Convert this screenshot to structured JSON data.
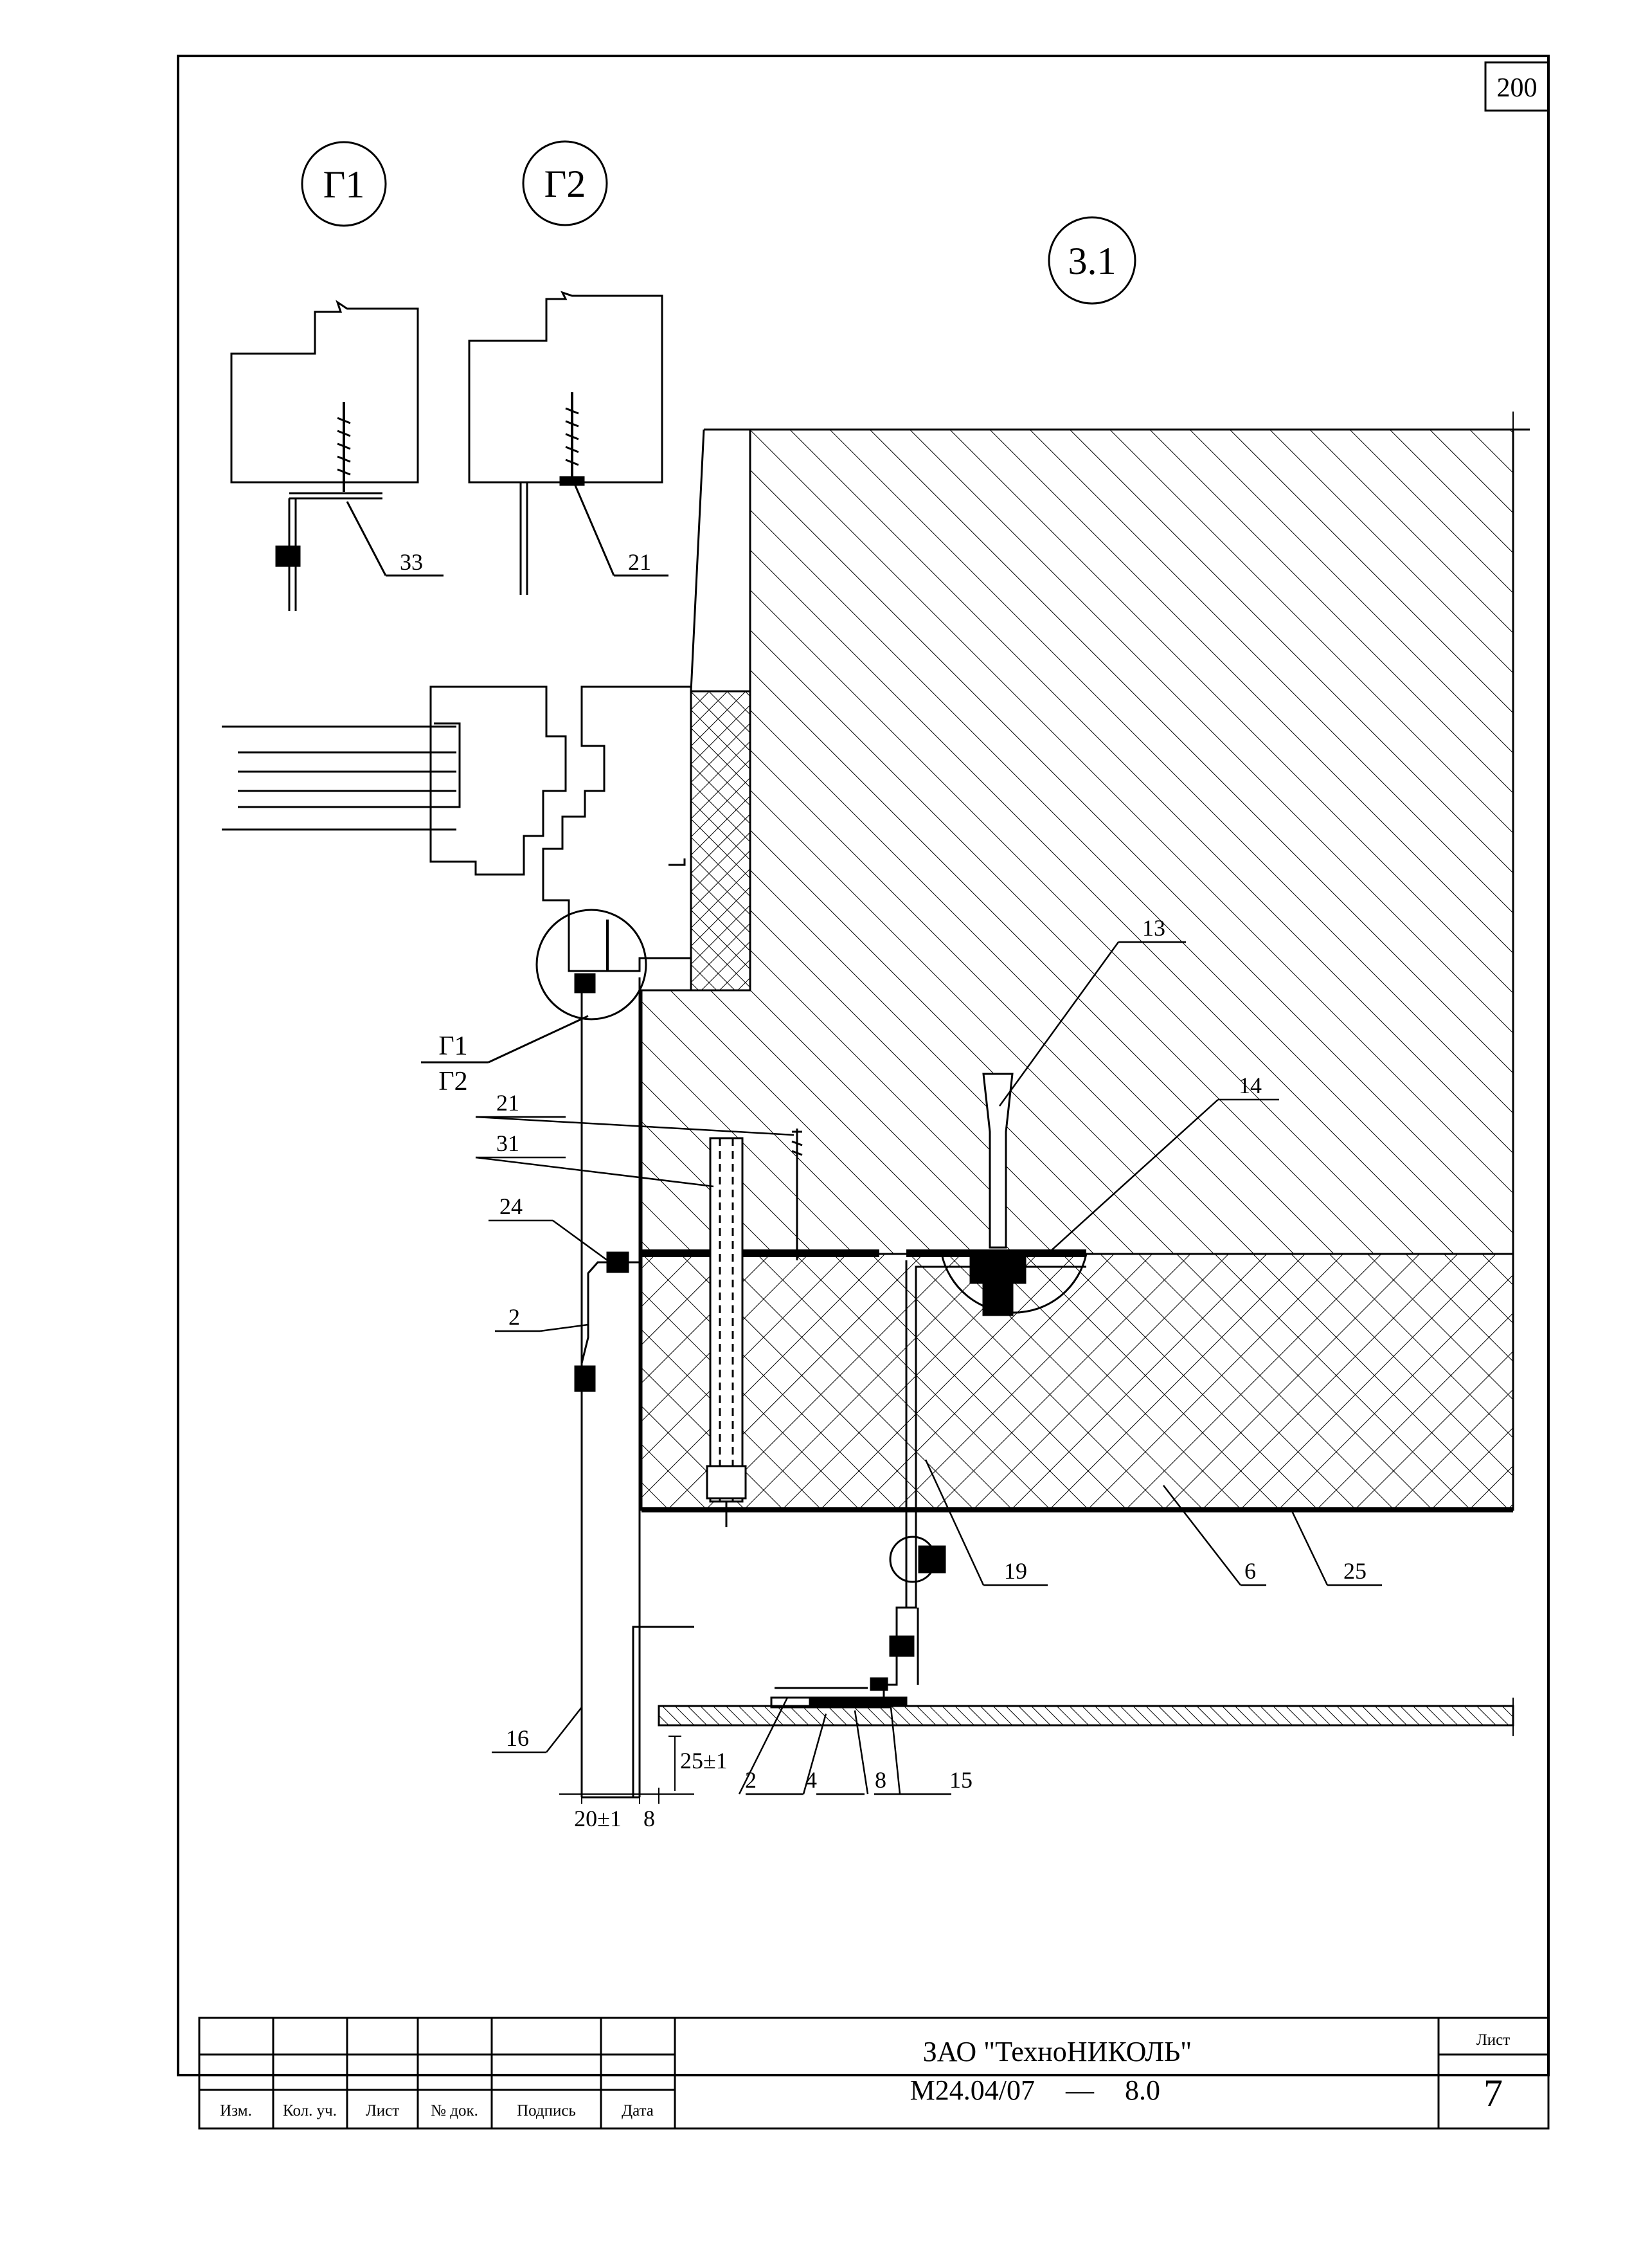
{
  "page_number": "200",
  "callouts": {
    "g1": "Г1",
    "g2": "Г2",
    "main": "3.1"
  },
  "g1_leader": {
    "top": "Г1",
    "bottom": "Г2"
  },
  "labels": {
    "d_33": "33",
    "d_21_top": "21",
    "l13": "13",
    "l14": "14",
    "l21": "21",
    "l31": "31",
    "l24": "24",
    "l2": "2",
    "l19": "19",
    "l6": "6",
    "l25": "25",
    "l16": "16",
    "b2": "2",
    "b4": "4",
    "b8": "8",
    "b15": "15"
  },
  "dimensions": {
    "d1": "25±1",
    "d2": "20±1",
    "d3": "8"
  },
  "title_block": {
    "company": "ЗАО \"ТехноНИКОЛЬ\"",
    "code": "М24.04/07",
    "dash": "—",
    "version": "8.0",
    "sheet_label": "Лист",
    "sheet_number": "7",
    "columns": [
      "Изм.",
      "Кол. уч.",
      "Лист",
      "№ док.",
      "Подпись",
      "Дата"
    ]
  }
}
